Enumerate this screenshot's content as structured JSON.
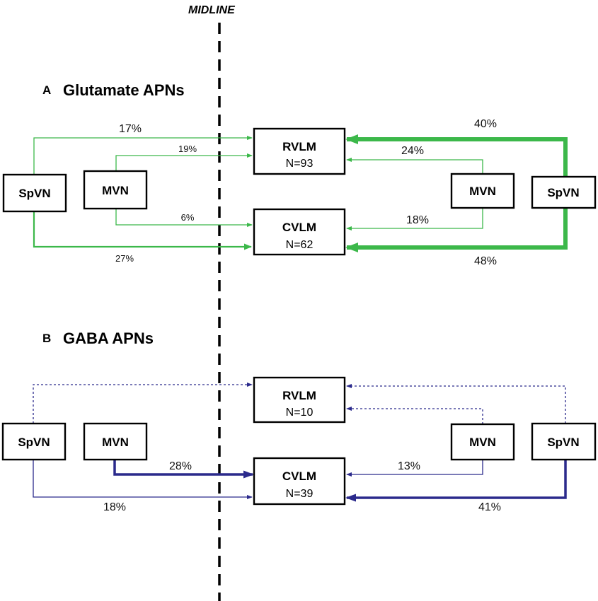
{
  "midline_label": "MIDLINE",
  "colors": {
    "glutamate": "#3cb84a",
    "gaba": "#2b2a8c",
    "midline": "#000000"
  },
  "panel_a": {
    "letter": "A",
    "title": "Glutamate APNs",
    "boxes": {
      "spvn_left": "SpVN",
      "mvn_left": "MVN",
      "mvn_right": "MVN",
      "spvn_right": "SpVN",
      "rvlm": {
        "label": "RVLM",
        "n": "N=93"
      },
      "cvlm": {
        "label": "CVLM",
        "n": "N=62"
      }
    },
    "percentages": {
      "spvn_left_to_rvlm": "17%",
      "mvn_left_to_rvlm": "19%",
      "mvn_left_to_cvlm": "6%",
      "spvn_left_to_cvlm": "27%",
      "spvn_right_to_rvlm": "40%",
      "mvn_right_to_rvlm": "24%",
      "mvn_right_to_cvlm": "18%",
      "spvn_right_to_cvlm": "48%"
    }
  },
  "panel_b": {
    "letter": "B",
    "title": "GABA APNs",
    "boxes": {
      "spvn_left": "SpVN",
      "mvn_left": "MVN",
      "mvn_right": "MVN",
      "spvn_right": "SpVN",
      "rvlm": {
        "label": "RVLM",
        "n": "N=10"
      },
      "cvlm": {
        "label": "CVLM",
        "n": "N=39"
      }
    },
    "percentages": {
      "mvn_left_to_cvlm": "28%",
      "spvn_left_to_cvlm": "18%",
      "mvn_right_to_cvlm": "13%",
      "spvn_right_to_cvlm": "41%"
    }
  }
}
